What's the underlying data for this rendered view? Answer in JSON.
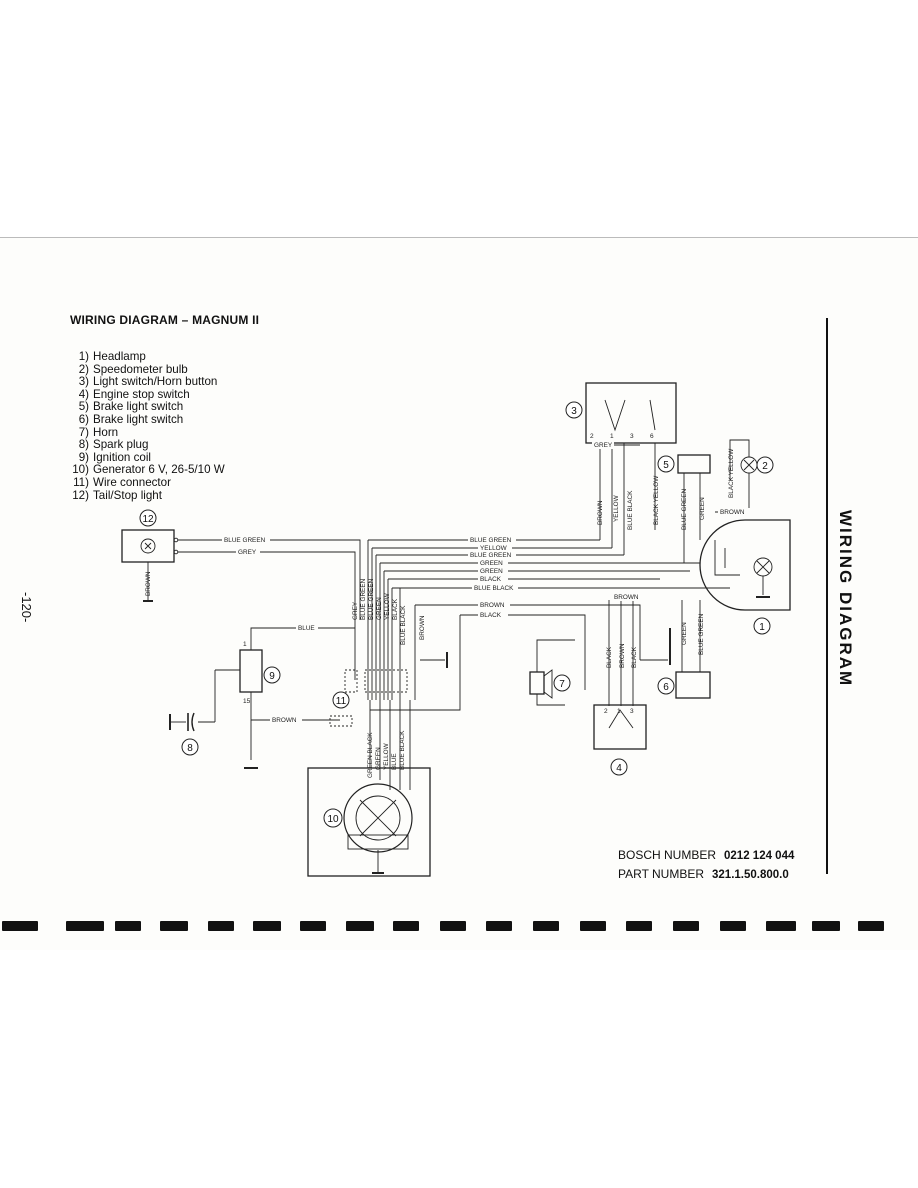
{
  "page_title": "WIRING DIAGRAM – MAGNUM II",
  "side_title": "WIRING DIAGRAM",
  "page_number": "-120-",
  "legend": [
    {
      "num": "1)",
      "label": "Headlamp"
    },
    {
      "num": "2)",
      "label": "Speedometer bulb"
    },
    {
      "num": "3)",
      "label": "Light switch/Horn button"
    },
    {
      "num": "4)",
      "label": "Engine stop switch"
    },
    {
      "num": "5)",
      "label": "Brake light switch"
    },
    {
      "num": "6)",
      "label": "Brake light switch"
    },
    {
      "num": "7)",
      "label": "Horn"
    },
    {
      "num": "8)",
      "label": "Spark plug"
    },
    {
      "num": "9)",
      "label": "Ignition coil"
    },
    {
      "num": "10)",
      "label": "Generator 6 V, 26-5/10 W"
    },
    {
      "num": "11)",
      "label": "Wire connector"
    },
    {
      "num": "12)",
      "label": "Tail/Stop light"
    }
  ],
  "component_numbers": {
    "c1": "1",
    "c2": "2",
    "c3": "3",
    "c4": "4",
    "c5": "5",
    "c6": "6",
    "c7": "7",
    "c8": "8",
    "c9": "9",
    "c10": "10",
    "c11": "11",
    "c12": "12"
  },
  "terminal_labels": {
    "sw3_t2": "2",
    "sw3_t1": "1",
    "sw3_t3": "3",
    "sw3_t6": "6",
    "sw4_t2": "2",
    "sw4_t1": "1",
    "sw4_t3": "3",
    "coil_t15": "15",
    "coil_t1": "1"
  },
  "wire_labels": {
    "blue_green": "BLUE GREEN",
    "grey": "GREY",
    "brown": "BROWN",
    "blue": "BLUE",
    "yellow": "YELLOW",
    "green": "GREEN",
    "black": "BLACK",
    "blue_black": "BLUE BLACK",
    "black_yellow": "BLACK YELLOW",
    "green_black": "GREEN BLACK"
  },
  "bosch": {
    "label": "BOSCH NUMBER",
    "value": "0212 124 044"
  },
  "part": {
    "label": "PART NUMBER",
    "value": "321.1.50.800.0"
  },
  "colors": {
    "ink": "#111111",
    "paper": "#fdfdfb"
  }
}
